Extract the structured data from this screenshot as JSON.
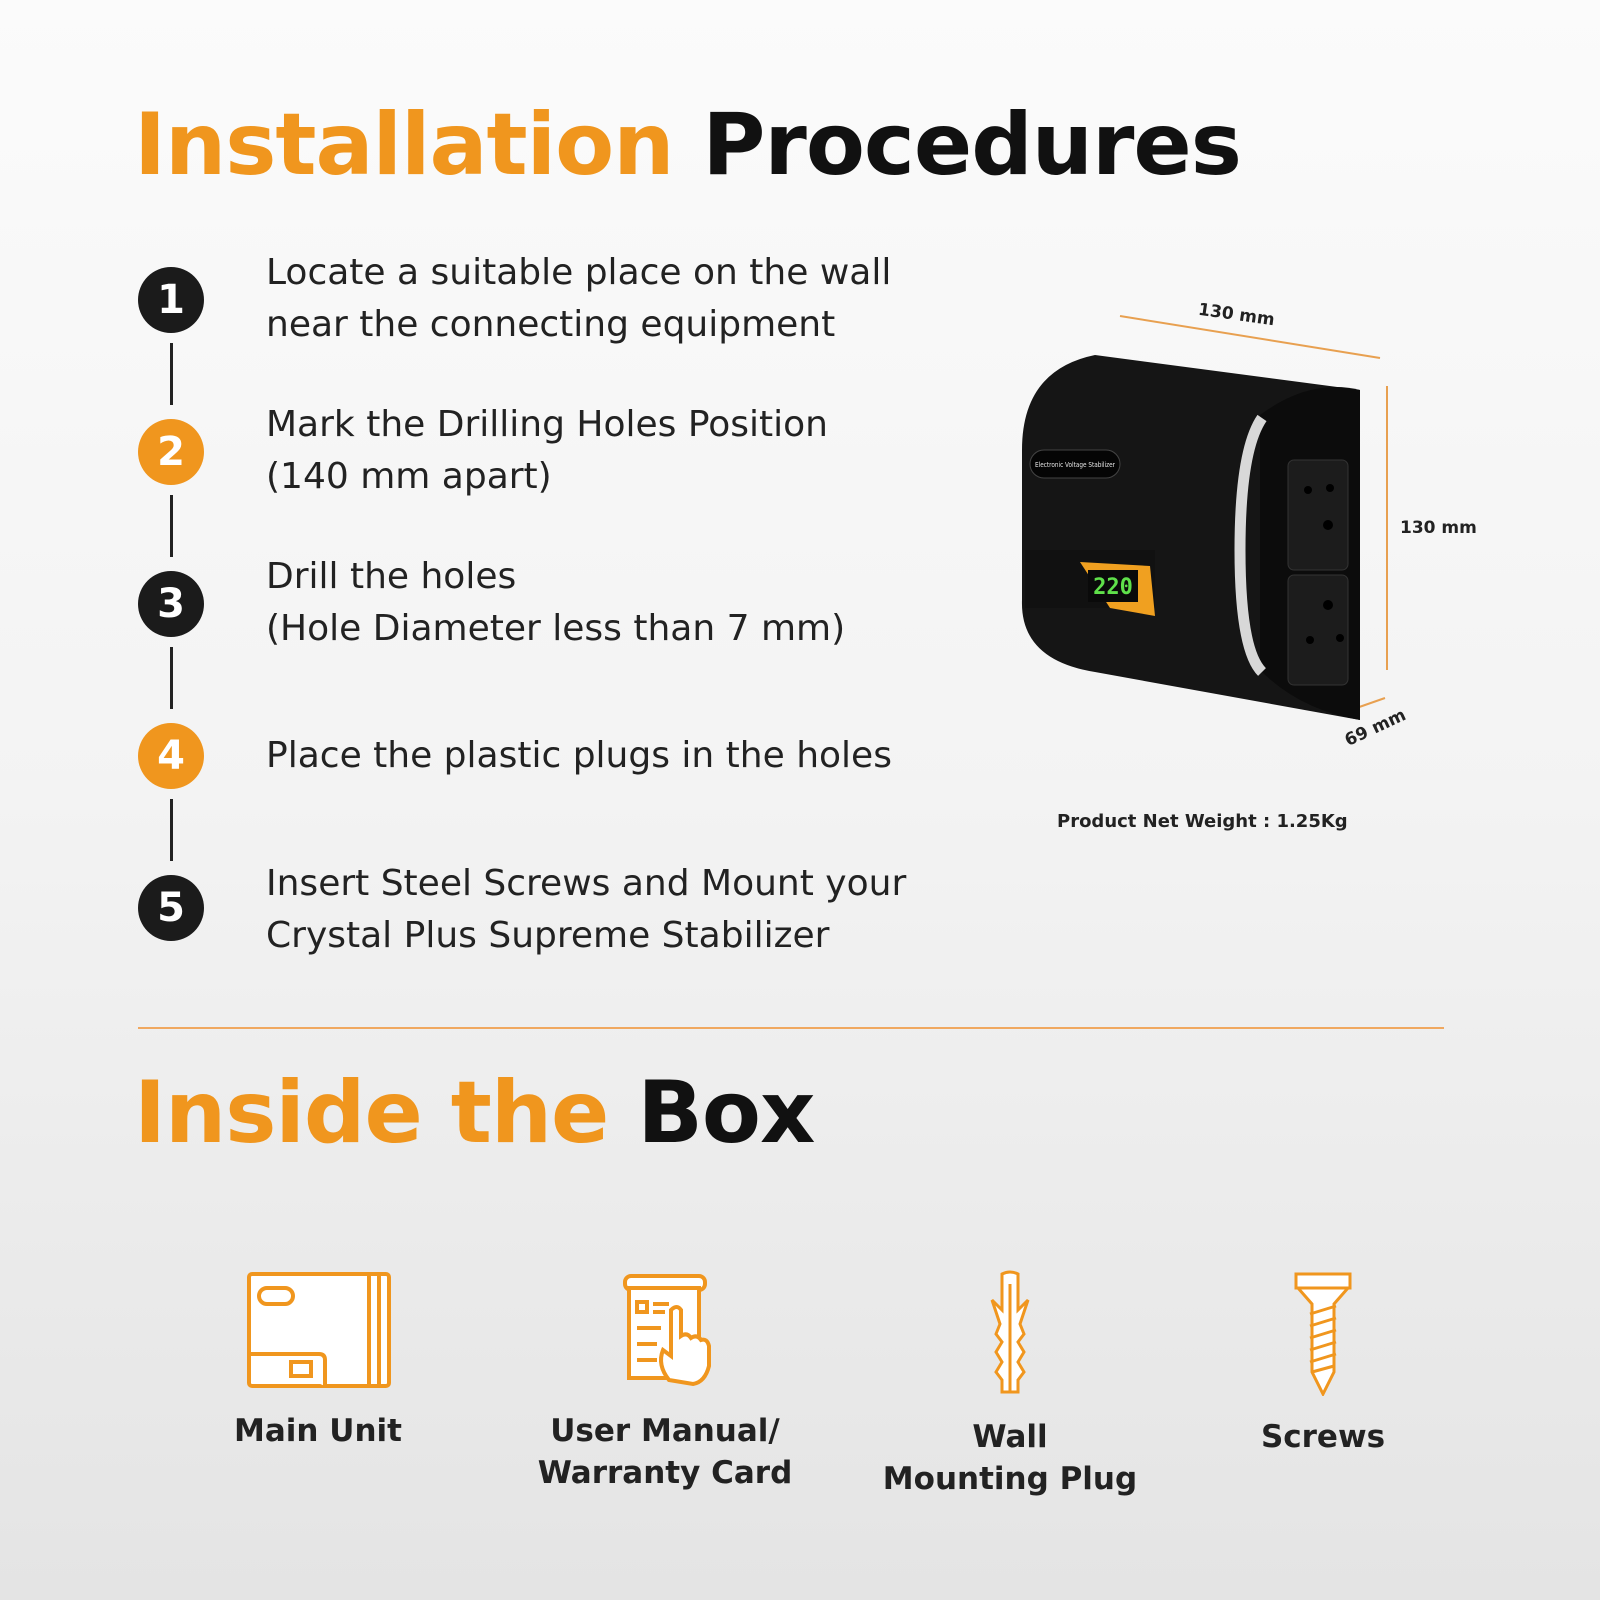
{
  "installation": {
    "title_accent": "Installation",
    "title_rest": "Procedures",
    "steps": [
      {
        "number": "1",
        "lines": [
          "Locate a suitable place on the wall",
          "near the connecting equipment"
        ]
      },
      {
        "number": "2",
        "lines": [
          "Mark the Drilling Holes Position",
          "(140 mm apart)"
        ]
      },
      {
        "number": "3",
        "lines": [
          "Drill the holes",
          "(Hole Diameter less than 7 mm)"
        ]
      },
      {
        "number": "4",
        "lines": [
          "Place the plastic plugs in the holes"
        ]
      },
      {
        "number": "5",
        "lines": [
          "Insert Steel Screws and Mount your",
          "Crystal Plus Supreme Stabilizer"
        ]
      }
    ]
  },
  "product": {
    "width_label": "130 mm",
    "height_label": "130 mm",
    "depth_label": "69 mm",
    "display_reading": "220",
    "badge_text": "Electronic Voltage Stabilizer",
    "weight_label": "Product Net Weight : 1.25Kg"
  },
  "box": {
    "title_accent": "Inside the",
    "title_rest": "Box",
    "items": [
      {
        "icon": "main-unit-icon",
        "lines": [
          "Main Unit"
        ]
      },
      {
        "icon": "manual-icon",
        "lines": [
          "User Manual/",
          "Warranty Card"
        ]
      },
      {
        "icon": "wall-plug-icon",
        "lines": [
          "Wall",
          "Mounting Plug"
        ]
      },
      {
        "icon": "screw-icon",
        "lines": [
          "Screws"
        ]
      }
    ]
  },
  "colors": {
    "accent": "#f0961e",
    "dark": "#1b1b1b"
  }
}
